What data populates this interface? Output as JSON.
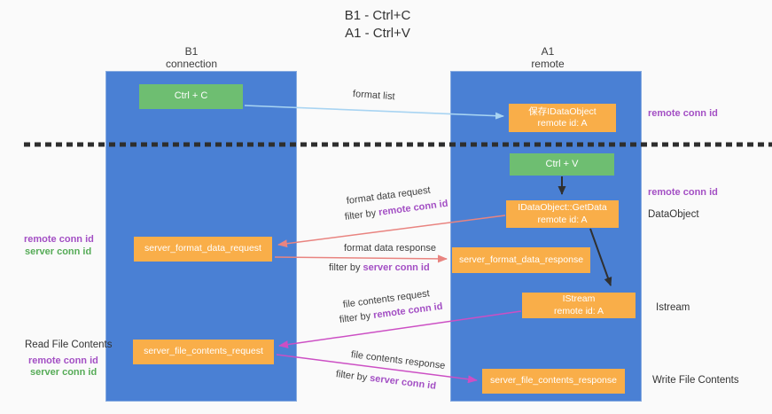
{
  "title": {
    "line1": "B1 - Ctrl+C",
    "line2": "A1 - Ctrl+V"
  },
  "columns": {
    "left": {
      "name": "B1",
      "subtitle": "connection"
    },
    "right": {
      "name": "A1",
      "subtitle": "remote"
    }
  },
  "boxes": {
    "ctrl_c": "Ctrl + C",
    "ctrl_v": "Ctrl + V",
    "save_dataobject": {
      "line1": "保存IDataObject",
      "line2": "remote id: A"
    },
    "getdata": {
      "line1": "IDataObject::GetData",
      "line2": "remote id: A"
    },
    "istream": {
      "line1": "IStream",
      "line2": "remote id: A"
    },
    "format_request": "server_format_data_request",
    "format_response": "server_format_data_response",
    "file_request": "server_file_contents_request",
    "file_response": "server_file_contents_response"
  },
  "side_labels": {
    "right_remote_conn_top": "remote conn id",
    "right_remote_conn_mid": "remote conn id",
    "dataobject": "DataObject",
    "istream": "Istream",
    "write_file": "Write File Contents",
    "left_remote_conn_top": "remote conn id",
    "left_server_conn_top": "server conn id",
    "read_file": "Read File Contents",
    "left_remote_conn_bottom": "remote conn id",
    "left_server_conn_bottom": "server conn id"
  },
  "arrow_labels": {
    "format_list": "format list",
    "format_request": "format data request",
    "format_request_filter": {
      "prefix": "filter by ",
      "term": "remote conn id"
    },
    "format_response": "format data response",
    "format_response_filter": {
      "prefix": "filter by ",
      "term": "server conn id"
    },
    "file_request": "file contents request",
    "file_request_filter": {
      "prefix": "filter by ",
      "term": "remote conn id"
    },
    "file_response": "file contents response",
    "file_response_filter": {
      "prefix": "filter by ",
      "term": "server conn id"
    }
  },
  "colors": {
    "column_blue": "#4a80d4",
    "box_green": "#6ebe71",
    "box_orange": "#f9ae49",
    "text_purple": "#a34fc4",
    "text_green": "#56ab57",
    "arrow_salmon": "#e98480",
    "arrow_magenta": "#cc4fc4",
    "arrow_lightblue": "#a8d4f2",
    "arrow_black": "#303030",
    "divider_black": "#2e2e2e"
  }
}
